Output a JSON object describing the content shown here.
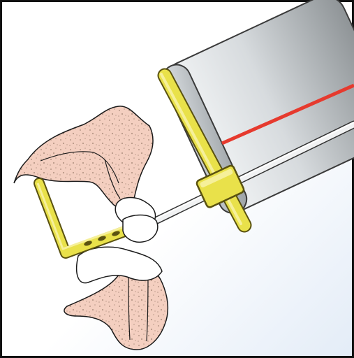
{
  "figure": {
    "kind": "dental-radiography-illustration",
    "elements": [
      "xray-tube-cylinder",
      "collimator-aiming-beam-line",
      "aiming-ring",
      "indicator-rod",
      "bite-block",
      "film-holder",
      "maxillary-bone-section",
      "mandibular-bone-section",
      "tooth-crowns"
    ],
    "colors": {
      "frame": "#111111",
      "tissue_fill": "#f4cfc0",
      "tissue_speckle": "#c9a797",
      "outline": "#1a1a1a",
      "holder_yellow": "#e9e14a",
      "holder_yellow_dark": "#b9a81c",
      "tube_gray_light": "#eceff1",
      "tube_gray_dark": "#8f9497",
      "beam_red": "#e63a2e",
      "background_tint": "#e9f1fa"
    }
  }
}
